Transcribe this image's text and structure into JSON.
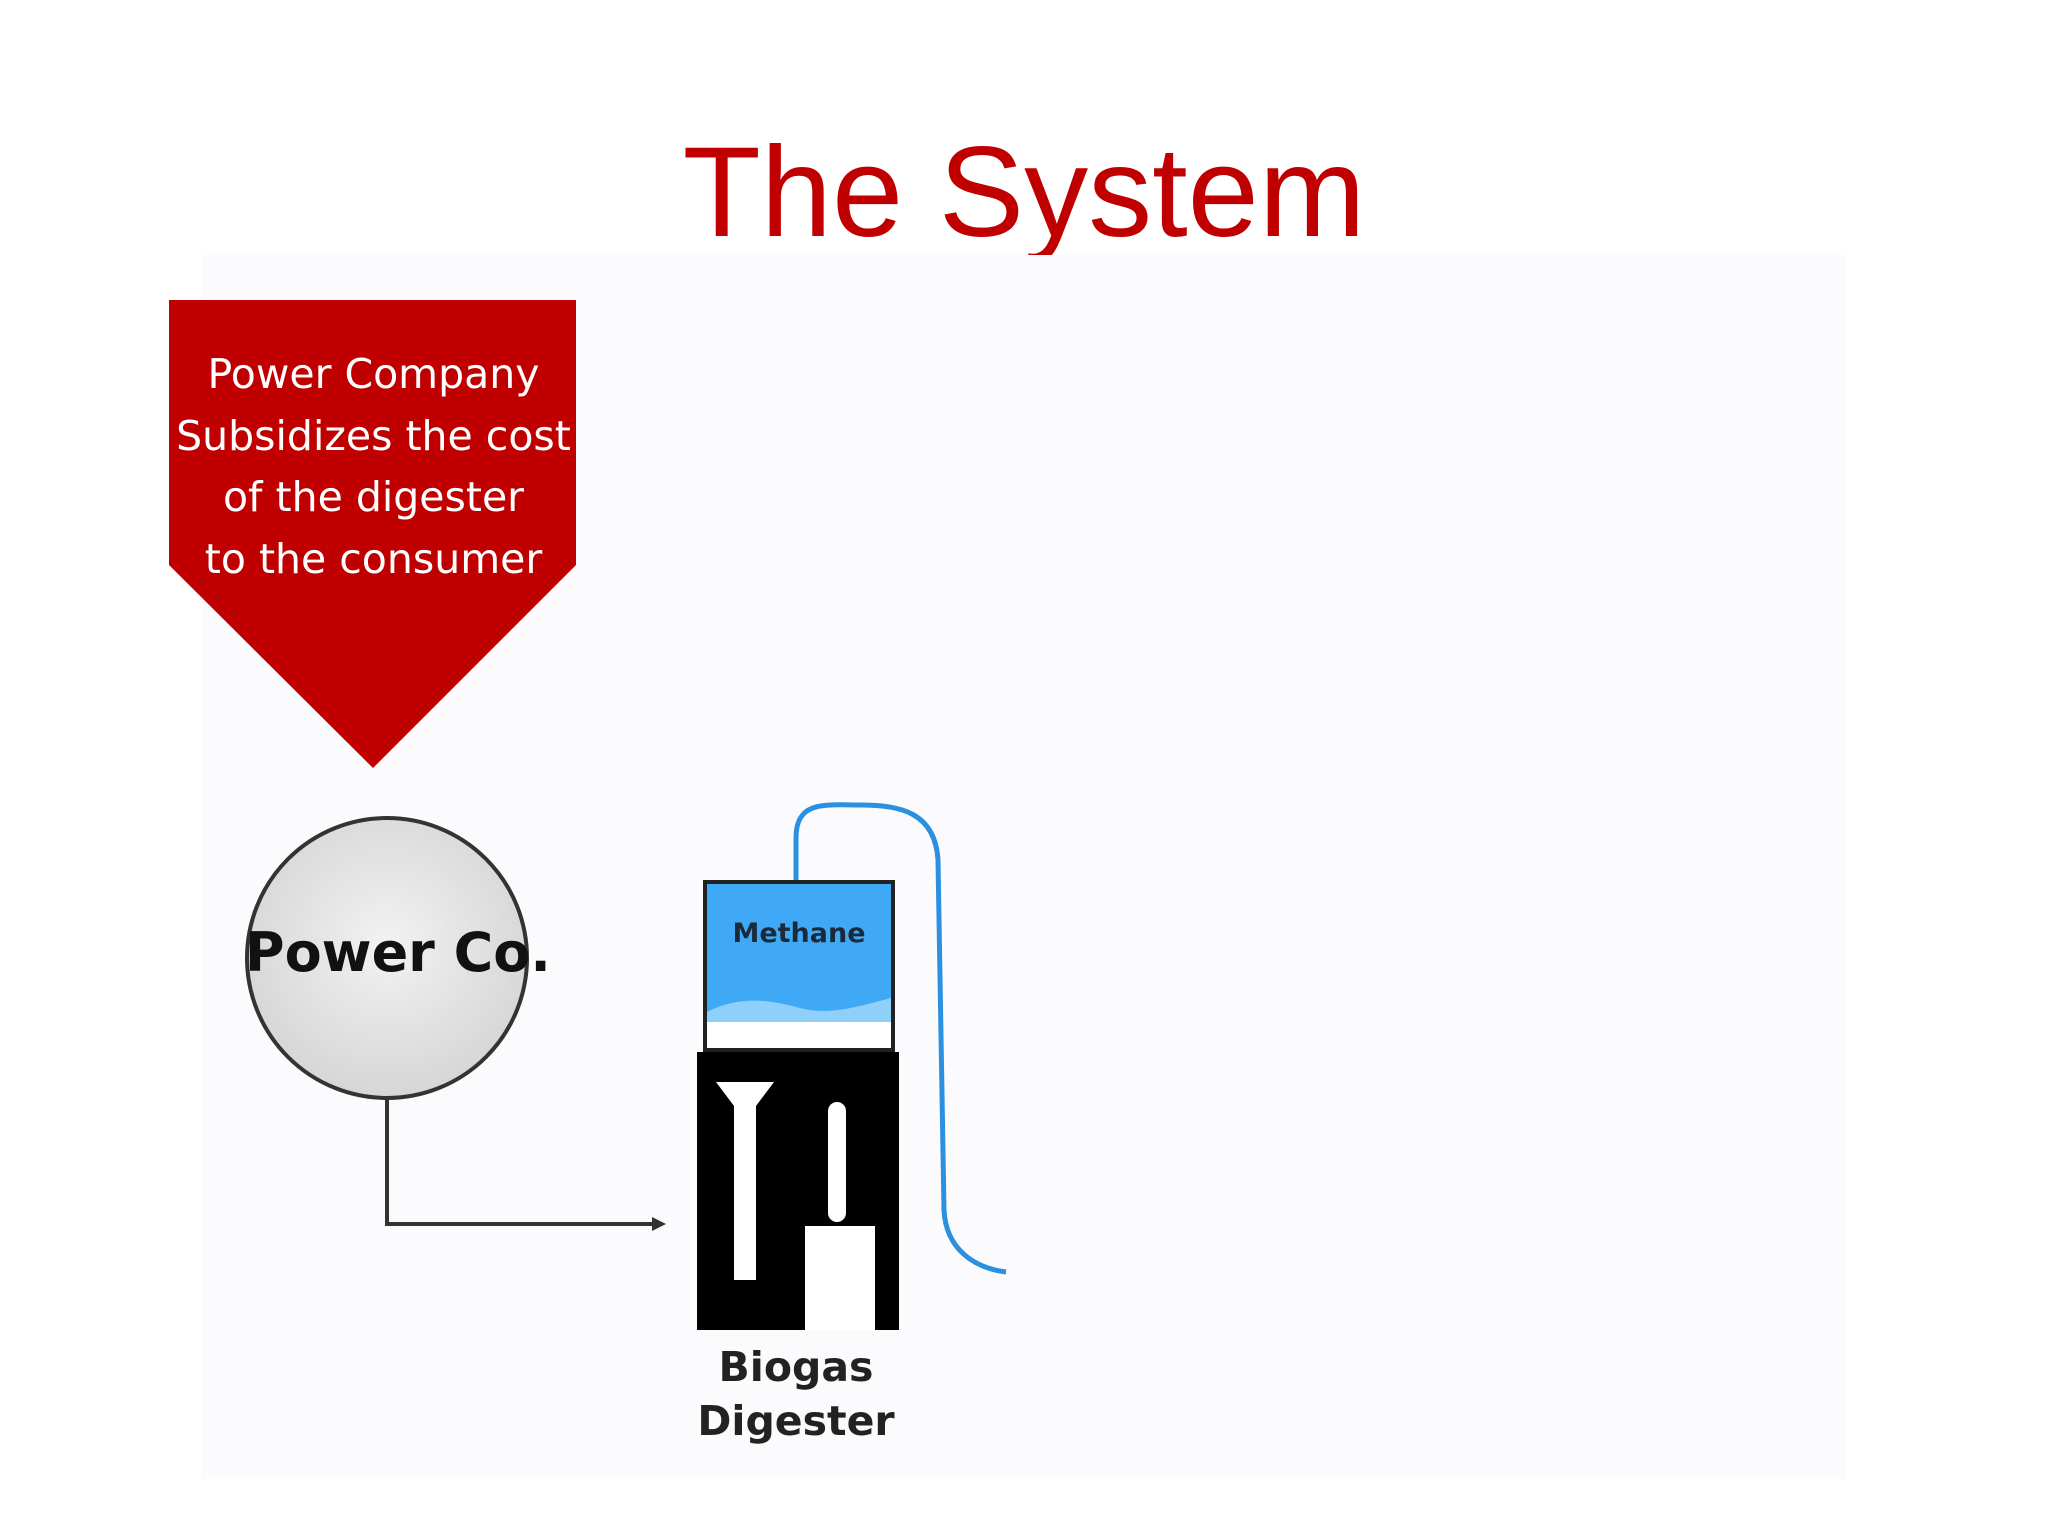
{
  "slide": {
    "title": "The System"
  },
  "callout": {
    "lines": [
      "Power Company",
      "Subsidizes the cost",
      "of the digester",
      "to the consumer"
    ],
    "color": "#c00000"
  },
  "diagram": {
    "power_node": {
      "label": "Power Co."
    },
    "methane_chamber": {
      "label": "Methane",
      "color": "#40a9f5"
    },
    "digester": {
      "label_lines": [
        "Biogas",
        "Digester"
      ]
    },
    "gas_pipe_color": "#2b90e0"
  },
  "colors": {
    "accent": "#c00000",
    "background": "#ffffff"
  }
}
